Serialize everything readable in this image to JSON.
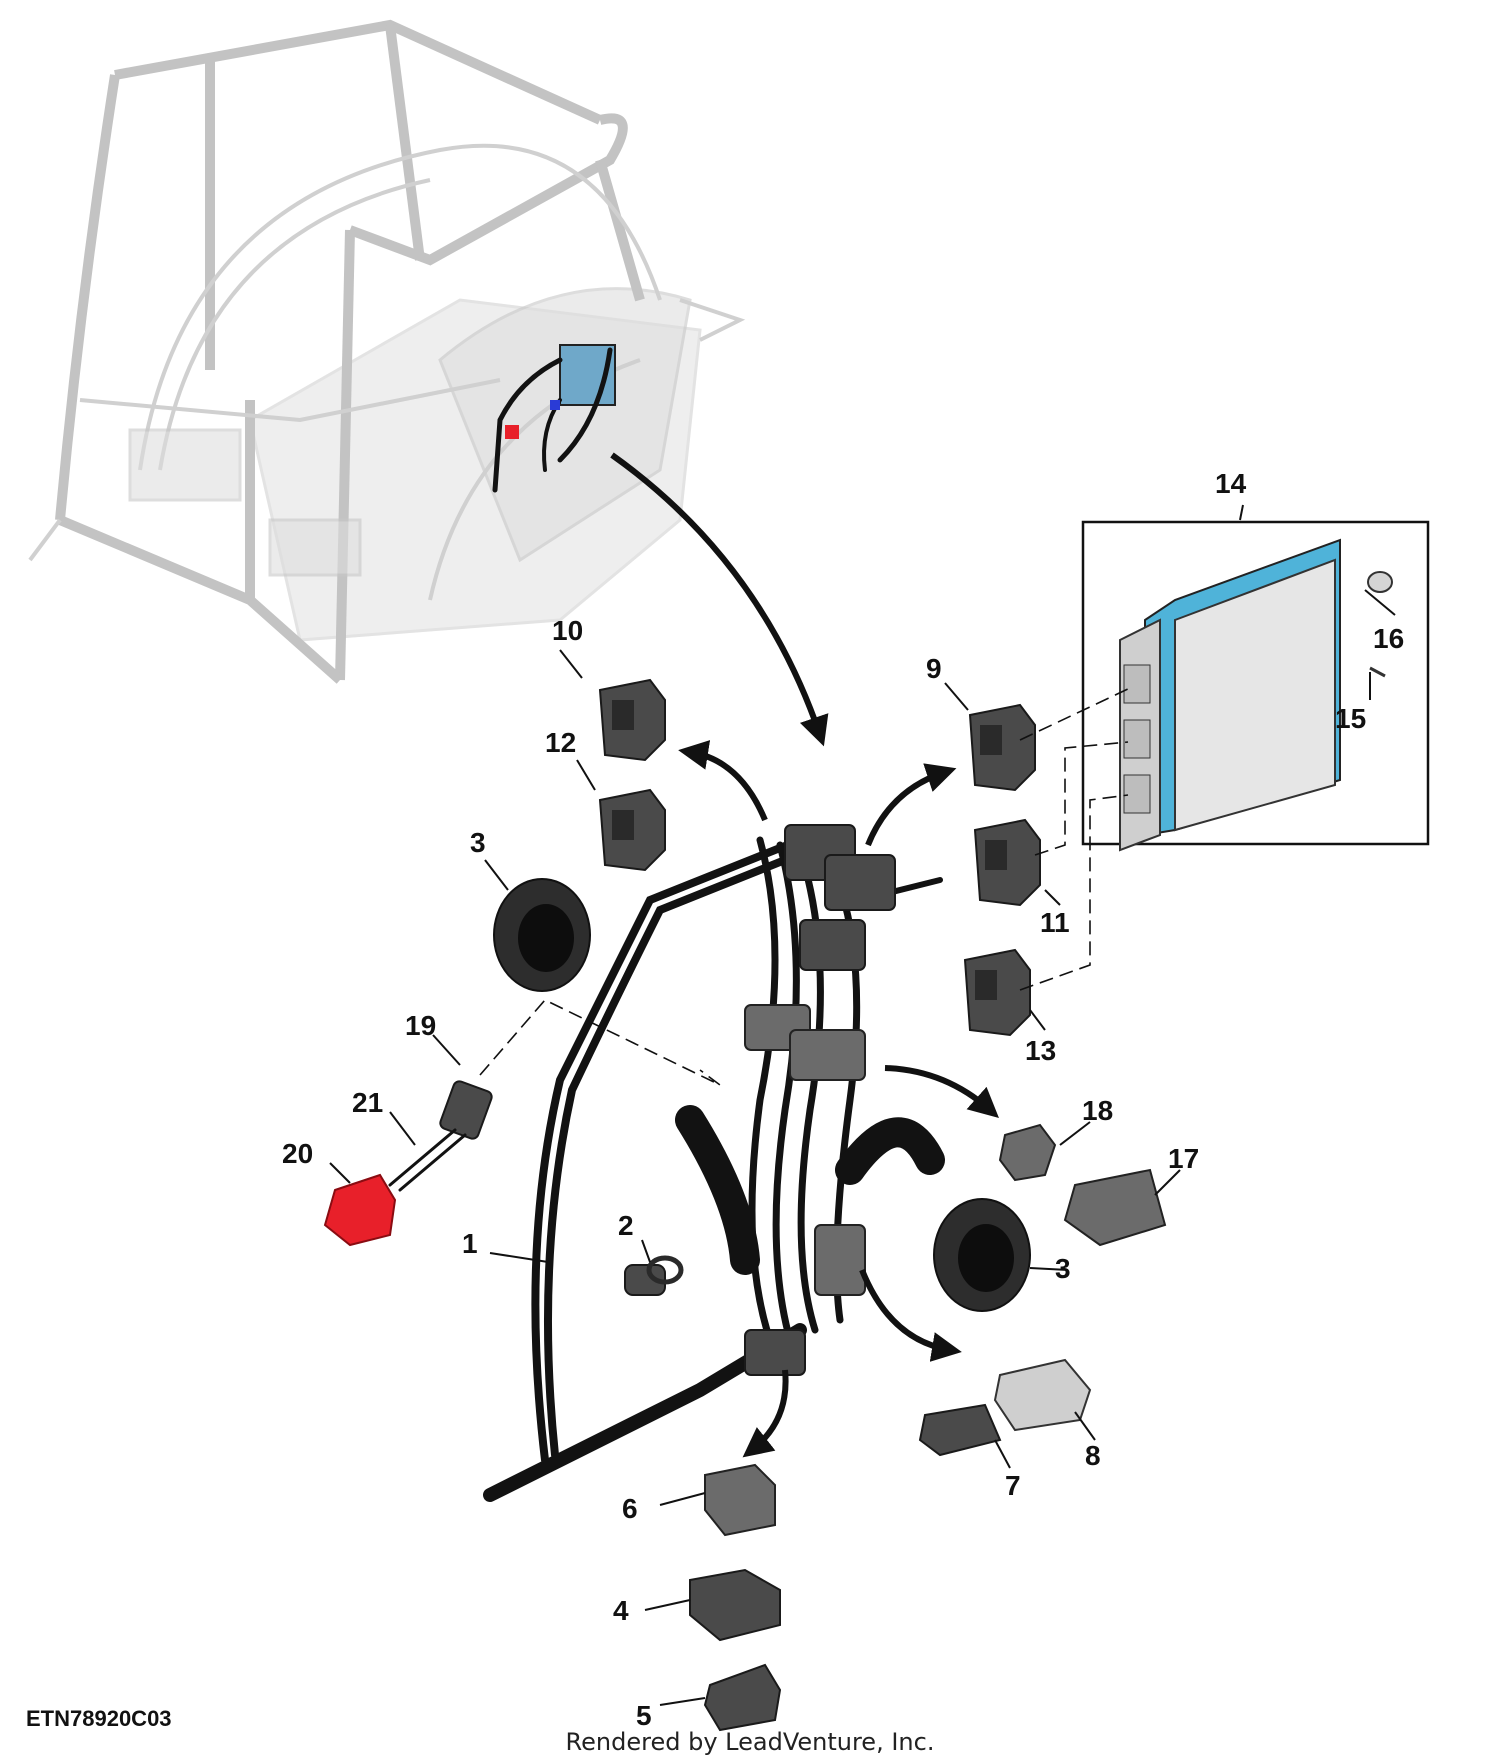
{
  "figure": {
    "id": "ETN78920C03",
    "credit": "Rendered by LeadVenture, Inc."
  },
  "colors": {
    "ecu_housing": "#4fb3d9",
    "highlight_connector": "#e8202a",
    "parts": "#4a4a4a",
    "cab_frame": "#b9b9b9"
  },
  "callouts": {
    "c1": "1",
    "c2": "2",
    "c3a": "3",
    "c3b": "3",
    "c4": "4",
    "c5": "5",
    "c6": "6",
    "c7": "7",
    "c8": "8",
    "c9": "9",
    "c10": "10",
    "c11": "11",
    "c12": "12",
    "c13": "13",
    "c14": "14",
    "c15": "15",
    "c16": "16",
    "c17": "17",
    "c18": "18",
    "c19": "19",
    "c20": "20",
    "c21": "21"
  }
}
